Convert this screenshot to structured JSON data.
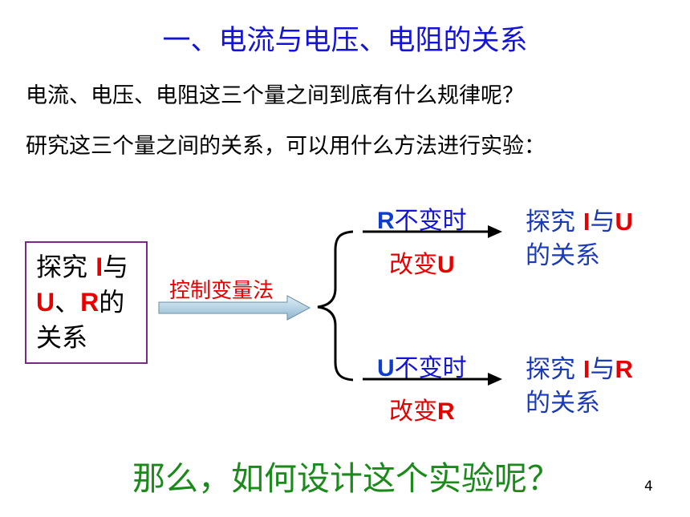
{
  "slide": {
    "title": "一、电流与电压、电阻的关系",
    "question1": "电流、电压、电阻这三个量之间到底有什么规律呢？",
    "question2": "研究这三个量之间的关系，可以用什么方法进行实验：",
    "page_number": "4"
  },
  "diagram": {
    "box": {
      "part1": "探究 ",
      "var_i": "I",
      "part2": "与",
      "var_u": "U",
      "sep": "、",
      "var_r": "R",
      "part3": "的关系"
    },
    "method": "控制变量法",
    "branch_top": {
      "cond_var": "R",
      "cond_text": "不变时",
      "change_text": "改变",
      "change_var": "U",
      "result_part1": "探究 ",
      "result_i": "I",
      "result_part2": "与",
      "result_var": "U",
      "result_part3": "的关系"
    },
    "branch_bottom": {
      "cond_var": "U",
      "cond_text": "不变时",
      "change_text": "改变",
      "change_var": "R",
      "result_part1": "探究 ",
      "result_i": "I",
      "result_part2": "与",
      "result_var": "R",
      "result_part3": "的关系"
    }
  },
  "closing_question": "那么，如何设计这个实验呢？",
  "colors": {
    "title_blue": "#1414d8",
    "red": "#e60000",
    "green": "#1b8a1b",
    "arrow_fill": "#b7d3e4"
  }
}
